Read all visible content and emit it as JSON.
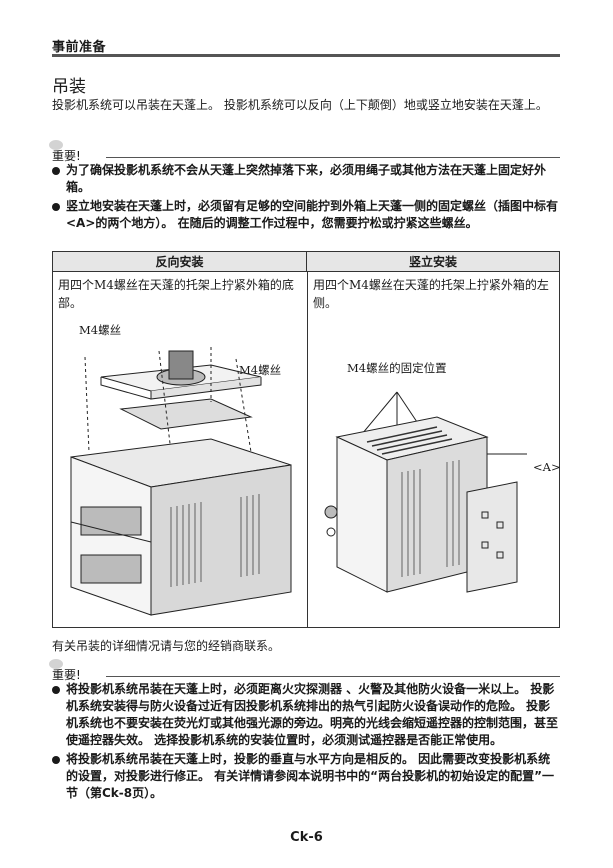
{
  "header": {
    "section": "事前准备"
  },
  "title": "吊装",
  "intro": "投影机系统可以吊装在天蓬上。 投影机系统可以反向（上下颠倒）地或竖立地安装在天蓬上。",
  "note1": {
    "label": "重要!",
    "bullets": [
      "为了确保投影机系统不会从天蓬上突然掉落下来，必须用绳子或其他方法在天蓬上固定好外箱。",
      "竖立地安装在天蓬上时，必须留有足够的空间能拧到外箱上天蓬一侧的固定螺丝（插图中标有<A>的两个地方）。 在随后的调整工作过程中，您需要拧松或拧紧这些螺丝。"
    ]
  },
  "table": {
    "col_left_header": "反向安装",
    "col_right_header": "竖立安装",
    "left_desc": "用四个M4螺丝在天蓬的托架上拧紧外箱的底部。",
    "right_desc": "用四个M4螺丝在天蓬的托架上拧紧外箱的左侧。",
    "left_label_a": "M4螺丝",
    "left_label_b": "M4螺丝",
    "right_label_a": "M4螺丝的固定位置",
    "right_label_b": "<A>"
  },
  "dealer_note": "有关吊装的详细情况请与您的经销商联系。",
  "note2": {
    "label": "重要!",
    "bullets": [
      "将投影机系统吊装在天蓬上时，必须距离火灾探测器 、火警及其他防火设备一米以上。 投影机系统安装得与防火设备过近有因投影机系统排出的热气引起防火设备误动作的危险。 投影机系统也不要安装在荧光灯或其他强光源的旁边。明亮的光线会缩短遥控器的控制范围，甚至使遥控器失效。 选择投影机系统的安装位置时，必须测试遥控器是否能正常使用。",
      "将投影机系统吊装在天蓬上时，投影的垂直与水平方向是相反的。 因此需要改变投影机系统的设置，对投影进行修正。 有关详情请参阅本说明书中的“两台投影机的初始设定的配置”一节（第Ck-8页）。"
    ]
  },
  "page_number": "Ck-6"
}
